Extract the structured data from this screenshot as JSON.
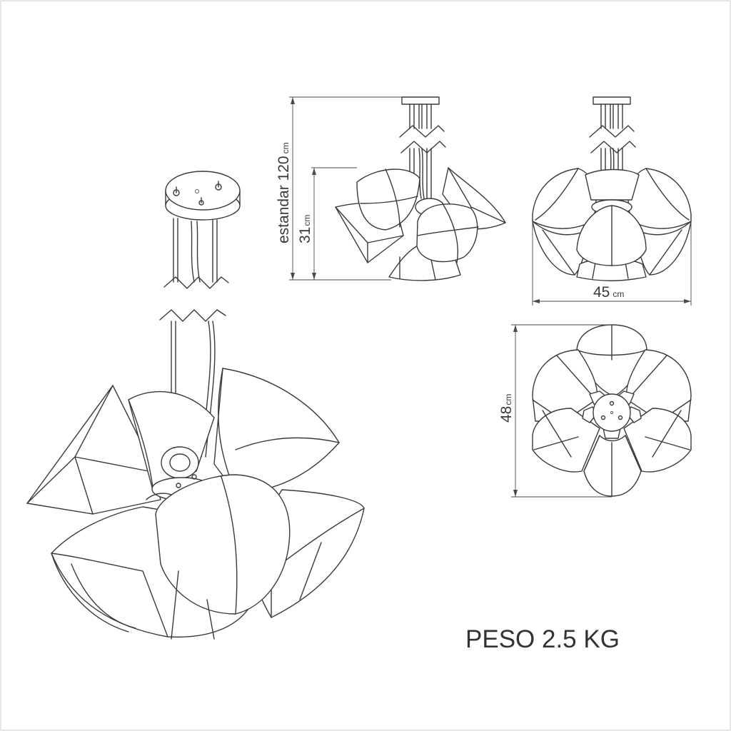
{
  "dimensions": {
    "cable_length": {
      "label": "estandar 120",
      "unit": "cm"
    },
    "height": {
      "value": "31",
      "unit": "cm"
    },
    "width": {
      "value": "45",
      "unit": "cm"
    },
    "depth": {
      "value": "48",
      "unit": "cm"
    }
  },
  "weight_label": "PESO 2.5 KG"
}
